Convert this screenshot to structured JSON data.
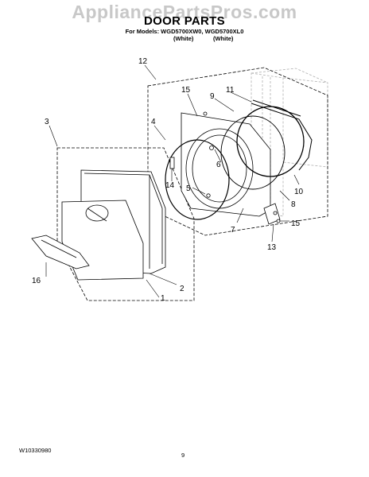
{
  "watermark": "AppliancePartsPros.com",
  "header": {
    "title": "DOOR PARTS",
    "models_line": "For Models: WGD5700XW0, WGD5700XL0",
    "color_1": "(White)",
    "color_2": "(White)"
  },
  "callouts": [
    "1",
    "2",
    "3",
    "4",
    "5",
    "6",
    "7",
    "8",
    "9",
    "10",
    "11",
    "12",
    "13",
    "14",
    "15",
    "15",
    "16"
  ],
  "footer": {
    "doc_code": "W10330980",
    "page_number": "9"
  },
  "colors": {
    "line": "#000000",
    "watermark": "#c8c8c8",
    "ghost": "#b0b0b0"
  }
}
